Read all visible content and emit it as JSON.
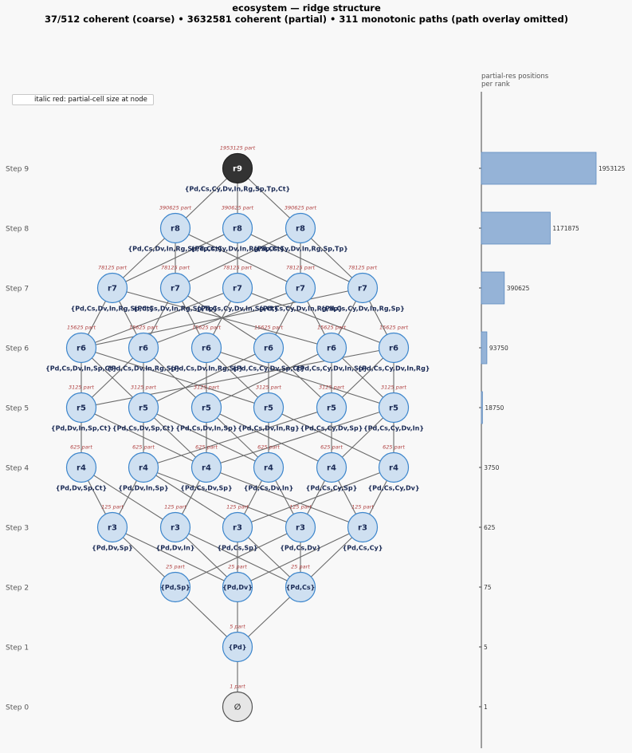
{
  "title": "ecosystem — ridge structure",
  "subtitle": "37/512 coherent (coarse)  •  3632581 coherent (partial)  •  311 monotonic paths (path overlay omitted)",
  "legend": {
    "text": "italic red: partial-cell size at node"
  },
  "side_chart_title": [
    "partial-res positions",
    "per rank"
  ],
  "colors": {
    "node_fill": "#cfe0f1",
    "node_stroke": "#3d86cc",
    "top_fill": "#333333",
    "bottom_fill": "#e6e6e6",
    "edge": "#6a6a6a",
    "partial_label": "#b04040",
    "node_label": "#1a2a55",
    "bar_fill": "#95b3d7",
    "bar_stroke": "#5f8cc0"
  },
  "steps": [
    {
      "label": "Step 9",
      "partial": "1953125 part",
      "nodes": [
        {
          "text": "r9",
          "set": "{Pd,Cs,Cy,Dv,In,Rg,Sp,Tp,Ct}"
        }
      ]
    },
    {
      "label": "Step 8",
      "partial": "390625 part",
      "nodes": [
        {
          "text": "r8",
          "set": "{Pd,Cs,Dv,In,Rg,Sp,Tp,Ct}"
        },
        {
          "text": "r8",
          "set": "{Pd,Cs,Cy,Dv,In,Rg,Sp,Ct}"
        },
        {
          "text": "r8",
          "set": "{Pd,Cs,Cy,Dv,In,Rg,Sp,Tp}"
        }
      ]
    },
    {
      "label": "Step 7",
      "partial": "78125 part",
      "nodes": [
        {
          "text": "r7",
          "set": "{Pd,Cs,Dv,In,Rg,Sp,Ct}"
        },
        {
          "text": "r7",
          "set": "{Pd,Cs,Dv,In,Rg,Sp,Tp}"
        },
        {
          "text": "r7",
          "set": "{Pd,Cs,Cy,Dv,In,Sp,Ct}"
        },
        {
          "text": "r7",
          "set": "{Pd,Cs,Cy,Dv,In,Rg,Sp}"
        },
        {
          "text": "r7",
          "set": "{Pd,Cs,Cy,Dv,In,Rg,Sp}"
        }
      ]
    },
    {
      "label": "Step 6",
      "partial": "15625 part",
      "nodes": [
        {
          "text": "r6",
          "set": "{Pd,Cs,Dv,In,Sp,Ct}"
        },
        {
          "text": "r6",
          "set": "{Pd,Cs,Dv,In,Rg,Sp}"
        },
        {
          "text": "r6",
          "set": "{Pd,Cs,Dv,In,Rg,Sp}"
        },
        {
          "text": "r6",
          "set": "{Pd,Cs,Cy,Dv,Sp,Ct}"
        },
        {
          "text": "r6",
          "set": "{Pd,Cs,Cy,Dv,In,Sp}"
        },
        {
          "text": "r6",
          "set": "{Pd,Cs,Cy,Dv,In,Rg}"
        }
      ]
    },
    {
      "label": "Step 5",
      "partial": "3125 part",
      "nodes": [
        {
          "text": "r5",
          "set": "{Pd,Dv,In,Sp,Ct}"
        },
        {
          "text": "r5",
          "set": "{Pd,Cs,Dv,Sp,Ct}"
        },
        {
          "text": "r5",
          "set": "{Pd,Cs,Dv,In,Sp}"
        },
        {
          "text": "r5",
          "set": "{Pd,Cs,Dv,In,Rg}"
        },
        {
          "text": "r5",
          "set": "{Pd,Cs,Cy,Dv,Sp}"
        },
        {
          "text": "r5",
          "set": "{Pd,Cs,Cy,Dv,In}"
        }
      ]
    },
    {
      "label": "Step 4",
      "partial": "625 part",
      "nodes": [
        {
          "text": "r4",
          "set": "{Pd,Dv,Sp,Ct}"
        },
        {
          "text": "r4",
          "set": "{Pd,Dv,In,Sp}"
        },
        {
          "text": "r4",
          "set": "{Pd,Cs,Dv,Sp}"
        },
        {
          "text": "r4",
          "set": "{Pd,Cs,Dv,In}"
        },
        {
          "text": "r4",
          "set": "{Pd,Cs,Cy,Sp}"
        },
        {
          "text": "r4",
          "set": "{Pd,Cs,Cy,Dv}"
        }
      ]
    },
    {
      "label": "Step 3",
      "partial": "125 part",
      "nodes": [
        {
          "text": "r3",
          "set": "{Pd,Dv,Sp}"
        },
        {
          "text": "r3",
          "set": "{Pd,Dv,In}"
        },
        {
          "text": "r3",
          "set": "{Pd,Cs,Sp}"
        },
        {
          "text": "r3",
          "set": "{Pd,Cs,Dv}"
        },
        {
          "text": "r3",
          "set": "{Pd,Cs,Cy}"
        }
      ]
    },
    {
      "label": "Step 2",
      "partial": "25 part",
      "nodes": [
        {
          "text": "{Pd,Sp}",
          "set": ""
        },
        {
          "text": "{Pd,Dv}",
          "set": ""
        },
        {
          "text": "{Pd,Cs}",
          "set": ""
        }
      ]
    },
    {
      "label": "Step 1",
      "partial": "5 part",
      "nodes": [
        {
          "text": "{Pd}",
          "set": ""
        }
      ]
    },
    {
      "label": "Step 0",
      "partial": "1 part",
      "nodes": [
        {
          "text": "∅",
          "set": ""
        }
      ]
    }
  ],
  "edges": [
    [
      [
        0,
        0
      ],
      [
        1,
        0
      ]
    ],
    [
      [
        0,
        0
      ],
      [
        1,
        1
      ]
    ],
    [
      [
        0,
        0
      ],
      [
        1,
        2
      ]
    ],
    [
      [
        1,
        0
      ],
      [
        2,
        0
      ]
    ],
    [
      [
        1,
        0
      ],
      [
        2,
        1
      ]
    ],
    [
      [
        1,
        0
      ],
      [
        2,
        3
      ]
    ],
    [
      [
        1,
        1
      ],
      [
        2,
        0
      ]
    ],
    [
      [
        1,
        1
      ],
      [
        2,
        2
      ]
    ],
    [
      [
        1,
        1
      ],
      [
        2,
        4
      ]
    ],
    [
      [
        1,
        2
      ],
      [
        2,
        1
      ]
    ],
    [
      [
        1,
        2
      ],
      [
        2,
        3
      ]
    ],
    [
      [
        1,
        2
      ],
      [
        2,
        4
      ]
    ],
    [
      [
        2,
        0
      ],
      [
        3,
        0
      ]
    ],
    [
      [
        2,
        0
      ],
      [
        3,
        1
      ]
    ],
    [
      [
        2,
        0
      ],
      [
        3,
        4
      ]
    ],
    [
      [
        2,
        1
      ],
      [
        3,
        1
      ]
    ],
    [
      [
        2,
        1
      ],
      [
        3,
        2
      ]
    ],
    [
      [
        2,
        1
      ],
      [
        3,
        3
      ]
    ],
    [
      [
        2,
        2
      ],
      [
        3,
        2
      ]
    ],
    [
      [
        2,
        2
      ],
      [
        3,
        0
      ]
    ],
    [
      [
        2,
        2
      ],
      [
        3,
        5
      ]
    ],
    [
      [
        2,
        3
      ],
      [
        3,
        3
      ]
    ],
    [
      [
        2,
        3
      ],
      [
        3,
        4
      ]
    ],
    [
      [
        2,
        3
      ],
      [
        3,
        1
      ]
    ],
    [
      [
        2,
        4
      ],
      [
        3,
        4
      ]
    ],
    [
      [
        2,
        4
      ],
      [
        3,
        5
      ]
    ],
    [
      [
        2,
        4
      ],
      [
        3,
        0
      ]
    ],
    [
      [
        3,
        0
      ],
      [
        4,
        0
      ]
    ],
    [
      [
        3,
        0
      ],
      [
        4,
        1
      ]
    ],
    [
      [
        3,
        0
      ],
      [
        4,
        3
      ]
    ],
    [
      [
        3,
        1
      ],
      [
        4,
        1
      ]
    ],
    [
      [
        3,
        1
      ],
      [
        4,
        2
      ]
    ],
    [
      [
        3,
        1
      ],
      [
        4,
        0
      ]
    ],
    [
      [
        3,
        2
      ],
      [
        4,
        2
      ]
    ],
    [
      [
        3,
        2
      ],
      [
        4,
        3
      ]
    ],
    [
      [
        3,
        2
      ],
      [
        4,
        5
      ]
    ],
    [
      [
        3,
        3
      ],
      [
        4,
        3
      ]
    ],
    [
      [
        3,
        3
      ],
      [
        4,
        4
      ]
    ],
    [
      [
        3,
        3
      ],
      [
        4,
        1
      ]
    ],
    [
      [
        3,
        4
      ],
      [
        4,
        4
      ]
    ],
    [
      [
        3,
        4
      ],
      [
        4,
        2
      ]
    ],
    [
      [
        3,
        4
      ],
      [
        4,
        5
      ]
    ],
    [
      [
        3,
        5
      ],
      [
        4,
        5
      ]
    ],
    [
      [
        3,
        5
      ],
      [
        4,
        0
      ]
    ],
    [
      [
        3,
        5
      ],
      [
        4,
        4
      ]
    ],
    [
      [
        4,
        0
      ],
      [
        5,
        0
      ]
    ],
    [
      [
        4,
        0
      ],
      [
        5,
        2
      ]
    ],
    [
      [
        4,
        1
      ],
      [
        5,
        1
      ]
    ],
    [
      [
        4,
        1
      ],
      [
        5,
        2
      ]
    ],
    [
      [
        4,
        1
      ],
      [
        5,
        3
      ]
    ],
    [
      [
        4,
        2
      ],
      [
        5,
        2
      ]
    ],
    [
      [
        4,
        2
      ],
      [
        5,
        3
      ]
    ],
    [
      [
        4,
        2
      ],
      [
        5,
        4
      ]
    ],
    [
      [
        4,
        3
      ],
      [
        5,
        3
      ]
    ],
    [
      [
        4,
        3
      ],
      [
        5,
        5
      ]
    ],
    [
      [
        4,
        4
      ],
      [
        5,
        4
      ]
    ],
    [
      [
        4,
        4
      ],
      [
        5,
        1
      ]
    ],
    [
      [
        4,
        5
      ],
      [
        5,
        5
      ]
    ],
    [
      [
        4,
        5
      ],
      [
        5,
        2
      ]
    ],
    [
      [
        4,
        5
      ],
      [
        5,
        4
      ]
    ],
    [
      [
        5,
        0
      ],
      [
        6,
        0
      ]
    ],
    [
      [
        5,
        0
      ],
      [
        6,
        1
      ]
    ],
    [
      [
        5,
        1
      ],
      [
        6,
        0
      ]
    ],
    [
      [
        5,
        1
      ],
      [
        6,
        2
      ]
    ],
    [
      [
        5,
        1
      ],
      [
        6,
        3
      ]
    ],
    [
      [
        5,
        2
      ],
      [
        6,
        1
      ]
    ],
    [
      [
        5,
        2
      ],
      [
        6,
        4
      ]
    ],
    [
      [
        5,
        3
      ],
      [
        6,
        2
      ]
    ],
    [
      [
        5,
        3
      ],
      [
        6,
        3
      ]
    ],
    [
      [
        5,
        4
      ],
      [
        6,
        3
      ]
    ],
    [
      [
        5,
        4
      ],
      [
        6,
        4
      ]
    ],
    [
      [
        5,
        5
      ],
      [
        6,
        4
      ]
    ],
    [
      [
        5,
        5
      ],
      [
        6,
        2
      ]
    ],
    [
      [
        6,
        0
      ],
      [
        7,
        0
      ]
    ],
    [
      [
        6,
        0
      ],
      [
        7,
        1
      ]
    ],
    [
      [
        6,
        1
      ],
      [
        7,
        1
      ]
    ],
    [
      [
        6,
        1
      ],
      [
        7,
        2
      ]
    ],
    [
      [
        6,
        2
      ],
      [
        7,
        2
      ]
    ],
    [
      [
        6,
        2
      ],
      [
        7,
        1
      ]
    ],
    [
      [
        6,
        3
      ],
      [
        7,
        2
      ]
    ],
    [
      [
        6,
        3
      ],
      [
        7,
        0
      ]
    ],
    [
      [
        6,
        4
      ],
      [
        7,
        1
      ]
    ],
    [
      [
        6,
        4
      ],
      [
        7,
        2
      ]
    ],
    [
      [
        7,
        0
      ],
      [
        8,
        0
      ]
    ],
    [
      [
        7,
        1
      ],
      [
        8,
        0
      ]
    ],
    [
      [
        7,
        2
      ],
      [
        8,
        0
      ]
    ],
    [
      [
        8,
        0
      ],
      [
        9,
        0
      ]
    ]
  ],
  "side_bars": [
    {
      "label": "1953125",
      "value": 1953125
    },
    {
      "label": "1171875",
      "value": 1171875
    },
    {
      "label": "390625",
      "value": 390625
    },
    {
      "label": "93750",
      "value": 93750
    },
    {
      "label": "18750",
      "value": 18750
    },
    {
      "label": "3750",
      "value": 3750
    },
    {
      "label": "625",
      "value": 625
    },
    {
      "label": "75",
      "value": 75
    },
    {
      "label": "5",
      "value": 5
    },
    {
      "label": "1",
      "value": 1
    }
  ]
}
